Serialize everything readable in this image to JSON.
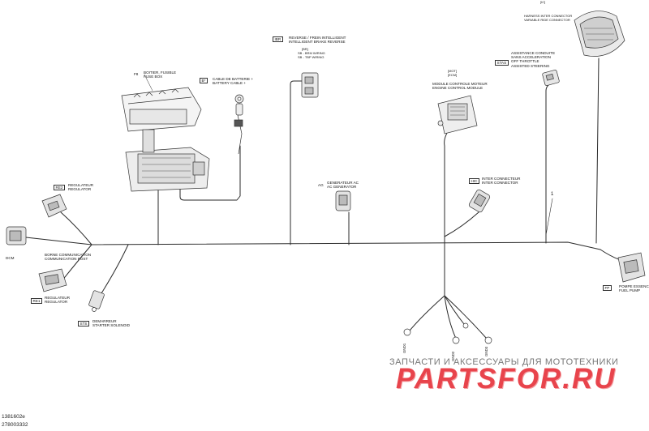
{
  "diagram": {
    "reference_top": "1381602e",
    "reference_bottom": "278003332",
    "watermark_text": "ЗАПЧАСТИ И АКСЕССУАРЫ ДЛЯ МОТОТЕХНИКИ",
    "watermark_logo": "PARTSFOR.RU",
    "harness_item_number": "1",
    "components": [
      {
        "code": "F8",
        "label": "BOITIER, FUSIBLE\nFUSE BOX"
      },
      {
        "code": "B*",
        "label": "CABLE DE BATTERIE +\nBATTERY CABLE +"
      },
      {
        "code": "IBR",
        "label": "REVERSE / FREIN INTELLIGENT\nINTELLIGENT BRAKE REVERSE"
      },
      {
        "code": "[BR]",
        "label": "SB - BRM WIRING\nSB - TBP WIRING"
      },
      {
        "code": "ECM",
        "label": "MODULE CONTROLE MOTEUR\nENGINE CONTROL MODULE"
      },
      {
        "code": "[ECM]",
        "label": "[MOT]\n[ECM]"
      },
      {
        "code": "STAS",
        "label": "ASSISTANCE CONDUITE\nSANS ACCELERATION\nOFF THROTTLE\nASSISTED STEERING"
      },
      {
        "code": "[IC]",
        "label": "HARNESS INTER CONNECTOR\nVARIABLE RIDE CONNECTOR"
      },
      {
        "code": "RE2",
        "label": "REGULATEUR\nREGULATOR"
      },
      {
        "code": "RE1",
        "label": "REGULATEUR\nREGULATOR"
      },
      {
        "code": "DCM",
        "label": "BORNE COMMUNICATION\nCOMMUNICATION POST"
      },
      {
        "code": "STS",
        "label": "DEMARREUR\nSTARTER SOLENOID"
      },
      {
        "code": "AG",
        "label": "GENERATEUR AC\nAC GENERATOR"
      },
      {
        "code": "HIC",
        "label": "INTER CONNECTEUR\nINTER CONNECTOR"
      },
      {
        "code": "FP",
        "label": "POMPE ESSENCE\nFUEL PUMP"
      }
    ],
    "ground_labels": [
      "GND1",
      "GND2",
      "GND3"
    ]
  }
}
